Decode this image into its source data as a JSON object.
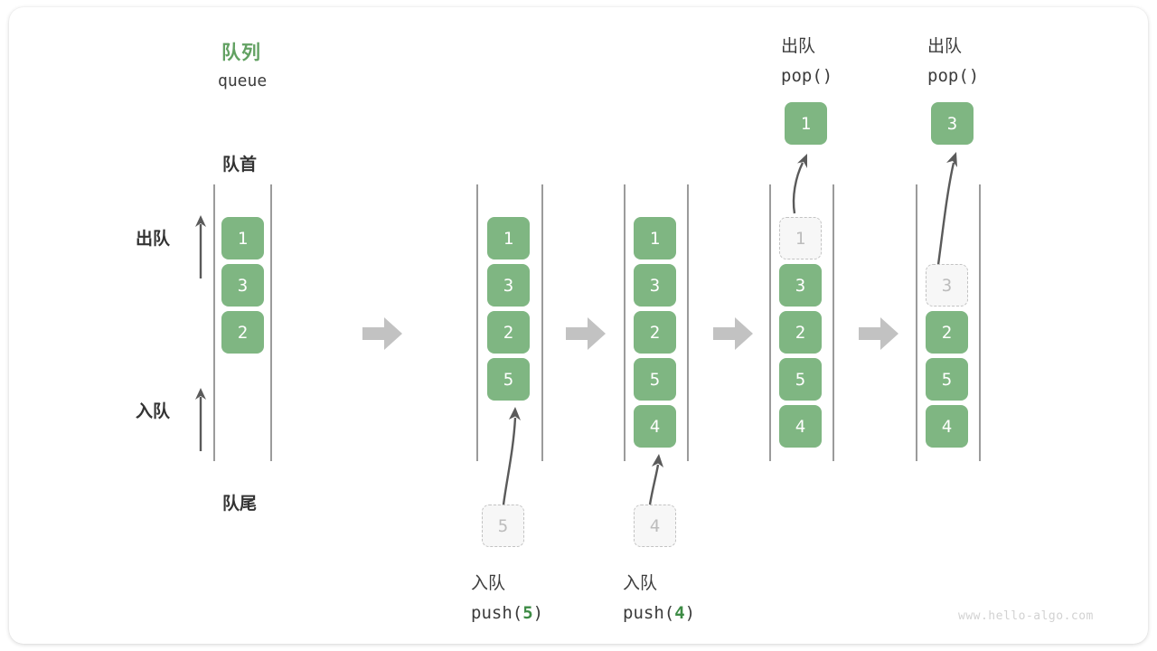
{
  "diagram": {
    "title_cn": "队列",
    "title_en": "queue",
    "head_label": "队首",
    "tail_label": "队尾",
    "dequeue_label": "出队",
    "enqueue_label": "入队",
    "watermark": "www.hello-algo.com",
    "colors": {
      "cell_fill": "#7fb682",
      "cell_text": "#ffffff",
      "ghost_fill": "#f7f7f7",
      "ghost_text": "#bcbcbc",
      "ghost_border": "#c3c3c3",
      "accent_green": "#62a162",
      "code_green": "#3d8b45",
      "rail": "#8a8a8a",
      "step_arrow": "#c2c2c2",
      "thin_arrow": "#5a5a5a",
      "text": "#3c3c3c",
      "watermark": "#d2d2d2",
      "background": "#ffffff"
    }
  },
  "columns": [
    {
      "id": "initial",
      "cells": [
        {
          "value": "1",
          "state": "filled"
        },
        {
          "value": "3",
          "state": "filled"
        },
        {
          "value": "2",
          "state": "filled"
        }
      ],
      "side_labels": {
        "top": "出队",
        "bottom": "入队"
      },
      "caption_cn": "",
      "caption_code": ""
    },
    {
      "id": "push-5",
      "cells": [
        {
          "value": "1",
          "state": "filled"
        },
        {
          "value": "3",
          "state": "filled"
        },
        {
          "value": "2",
          "state": "filled"
        },
        {
          "value": "5",
          "state": "filled"
        }
      ],
      "pending": {
        "value": "5",
        "state": "ghost"
      },
      "caption_cn": "入队",
      "caption_code_prefix": "push(",
      "caption_code_arg": "5",
      "caption_code_suffix": ")"
    },
    {
      "id": "push-4",
      "cells": [
        {
          "value": "1",
          "state": "filled"
        },
        {
          "value": "3",
          "state": "filled"
        },
        {
          "value": "2",
          "state": "filled"
        },
        {
          "value": "5",
          "state": "filled"
        },
        {
          "value": "4",
          "state": "filled"
        }
      ],
      "pending": {
        "value": "4",
        "state": "ghost"
      },
      "caption_cn": "入队",
      "caption_code_prefix": "push(",
      "caption_code_arg": "4",
      "caption_code_suffix": ")"
    },
    {
      "id": "pop-1",
      "cells": [
        {
          "value": "1",
          "state": "ghost"
        },
        {
          "value": "3",
          "state": "filled"
        },
        {
          "value": "2",
          "state": "filled"
        },
        {
          "value": "5",
          "state": "filled"
        },
        {
          "value": "4",
          "state": "filled"
        }
      ],
      "popped": {
        "value": "1",
        "state": "filled"
      },
      "header_cn": "出队",
      "header_code": "pop()"
    },
    {
      "id": "pop-3",
      "cells": [
        {
          "value": "",
          "state": "empty"
        },
        {
          "value": "3",
          "state": "ghost"
        },
        {
          "value": "2",
          "state": "filled"
        },
        {
          "value": "5",
          "state": "filled"
        },
        {
          "value": "4",
          "state": "filled"
        }
      ],
      "popped": {
        "value": "3",
        "state": "filled"
      },
      "header_cn": "出队",
      "header_code": "pop()"
    }
  ]
}
